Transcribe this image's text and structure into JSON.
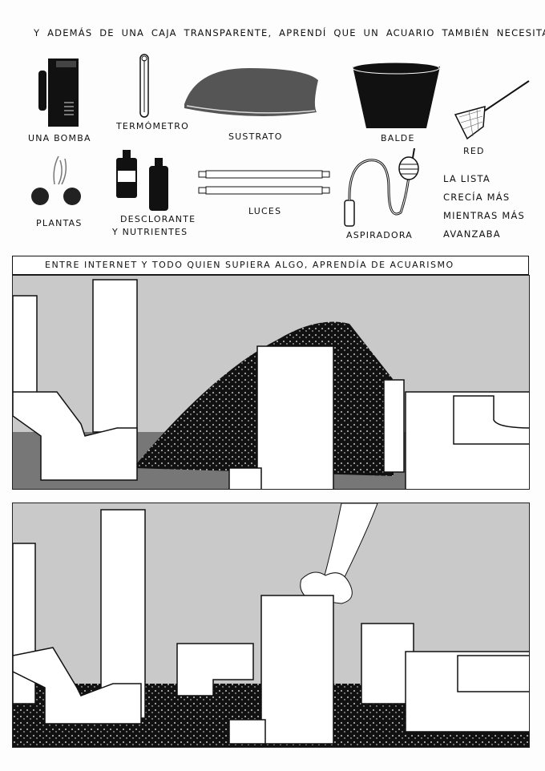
{
  "intro": "Y además de una caja transparente, aprendí que un acuario también necesita:",
  "items": {
    "pump": "Una bomba",
    "thermometer": "Termómetro",
    "substrate": "Sustrato",
    "bucket": "Balde",
    "net": "Red",
    "plants": "Plantas",
    "conditioner_1": "Desclorante",
    "conditioner_2": "y nutrientes",
    "lights": "Luces",
    "vacuum": "Aspiradora"
  },
  "list_note": [
    "La lista",
    "crecía más",
    "mientras más",
    "avanzaba"
  ],
  "caption": "Entre internet y todo quien supiera algo, aprendía de acuarismo",
  "colors": {
    "ink": "#111111",
    "wash": "#c9c9c9",
    "paper": "#fdfdfd"
  }
}
